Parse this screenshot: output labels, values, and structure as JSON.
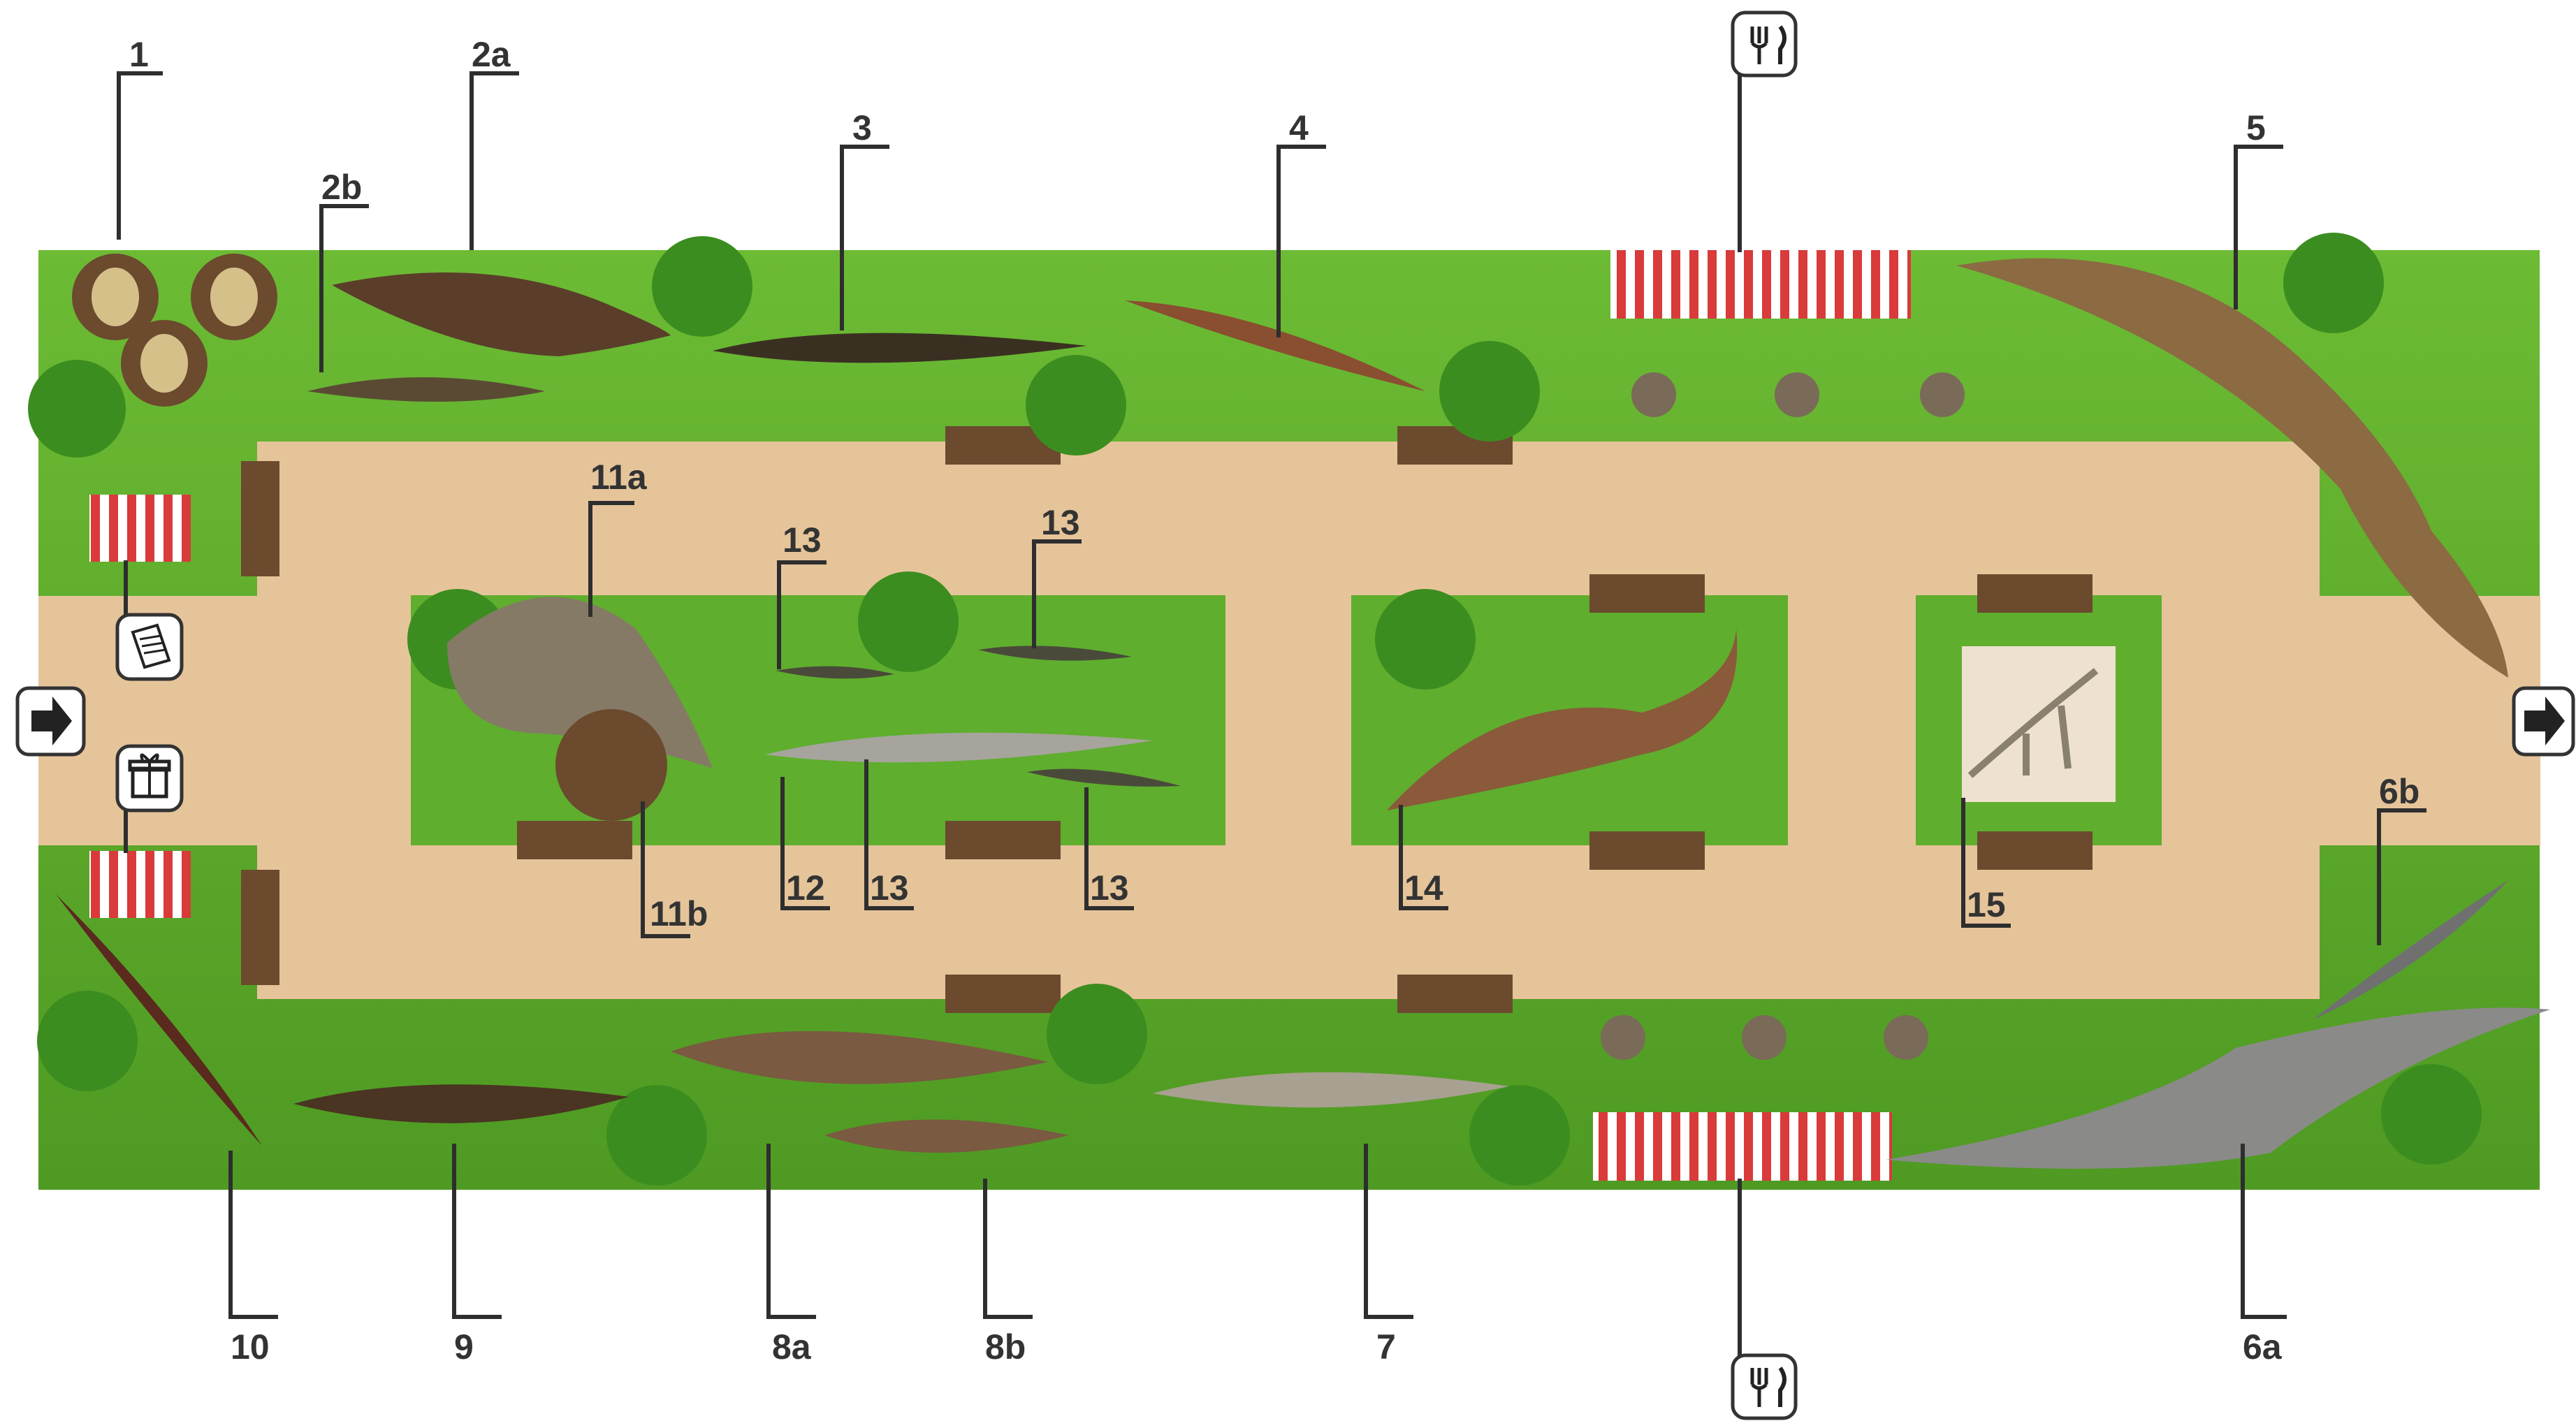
{
  "exhibits": {
    "e1": "1",
    "e2a": "2a",
    "e2b": "2b",
    "e3": "3",
    "e4": "4",
    "e5": "5",
    "e6a": "6a",
    "e6b": "6b",
    "e7": "7",
    "e8a": "8a",
    "e8b": "8b",
    "e9": "9",
    "e10": "10",
    "e11a": "11a",
    "e11b": "11b",
    "e12": "12",
    "e13a": "13",
    "e13b": "13",
    "e13c": "13",
    "e13d": "13",
    "e14": "14",
    "e15": "15"
  },
  "icons": {
    "entrance": "arrow-right-icon",
    "exit": "arrow-right-icon",
    "restaurant_top": "fork-knife-icon",
    "restaurant_bottom": "fork-knife-icon",
    "tickets": "ticket-icon",
    "gift_shop": "gift-icon"
  },
  "colors": {
    "grass": "#5fae2e",
    "path": "#e6c49a",
    "awning_red": "#d93a3a",
    "bench": "#6b4a2e",
    "bush": "#3c8d1f"
  }
}
